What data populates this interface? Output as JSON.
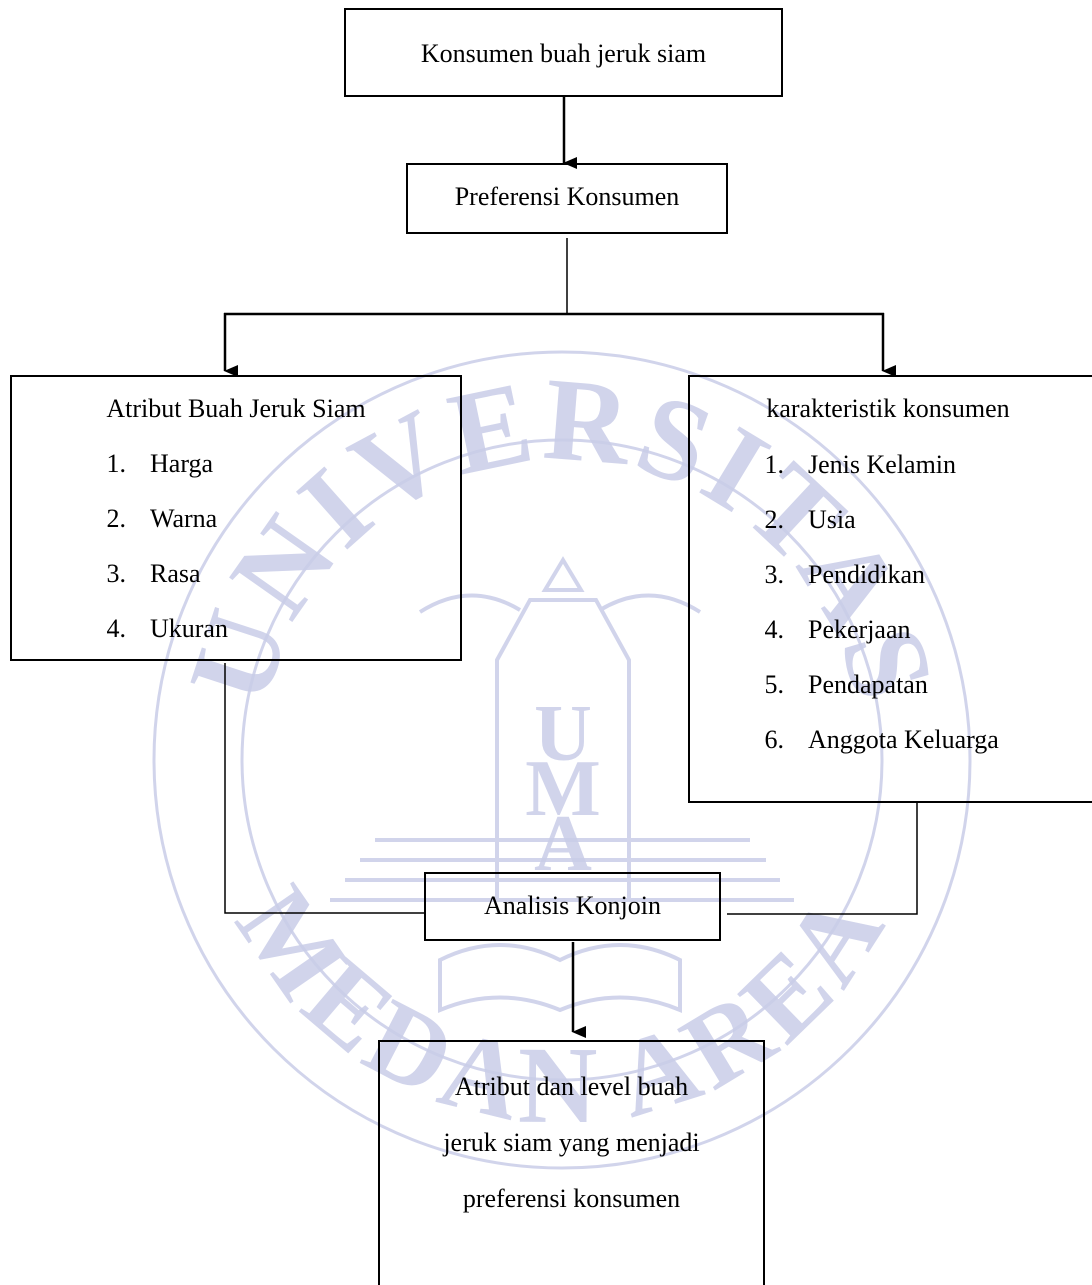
{
  "diagram": {
    "top_box": "Konsumen buah jeruk  siam",
    "preference_box": "Preferensi Konsumen",
    "attributes_box": {
      "title": "Atribut Buah Jeruk Siam",
      "items": [
        {
          "num": "1.",
          "label": "Harga"
        },
        {
          "num": "2.",
          "label": "Warna"
        },
        {
          "num": "3.",
          "label": "Rasa"
        },
        {
          "num": "4.",
          "label": "Ukuran"
        }
      ]
    },
    "characteristics_box": {
      "title": "karakteristik konsumen",
      "items": [
        {
          "num": "1.",
          "label": "Jenis Kelamin"
        },
        {
          "num": "2.",
          "label": "Usia"
        },
        {
          "num": "3.",
          "label": "Pendidikan"
        },
        {
          "num": "4.",
          "label": "Pekerjaan"
        },
        {
          "num": "5.",
          "label": "Pendapatan"
        },
        {
          "num": "6.",
          "label": "Anggota Keluarga"
        }
      ]
    },
    "analysis_box": "Analisis Konjoin",
    "result_box": {
      "lines": [
        "Atribut dan level buah",
        "jeruk siam yang menjadi",
        "preferensi konsumen"
      ]
    }
  },
  "watermark": {
    "top_text": "UNIVERSITAS",
    "bottom_text": "MEDAN AREA",
    "center_letters": [
      "U",
      "M",
      "A"
    ],
    "color": "#c9cde8"
  },
  "colors": {
    "line": "#000000",
    "watermark": "#c9cde8"
  }
}
